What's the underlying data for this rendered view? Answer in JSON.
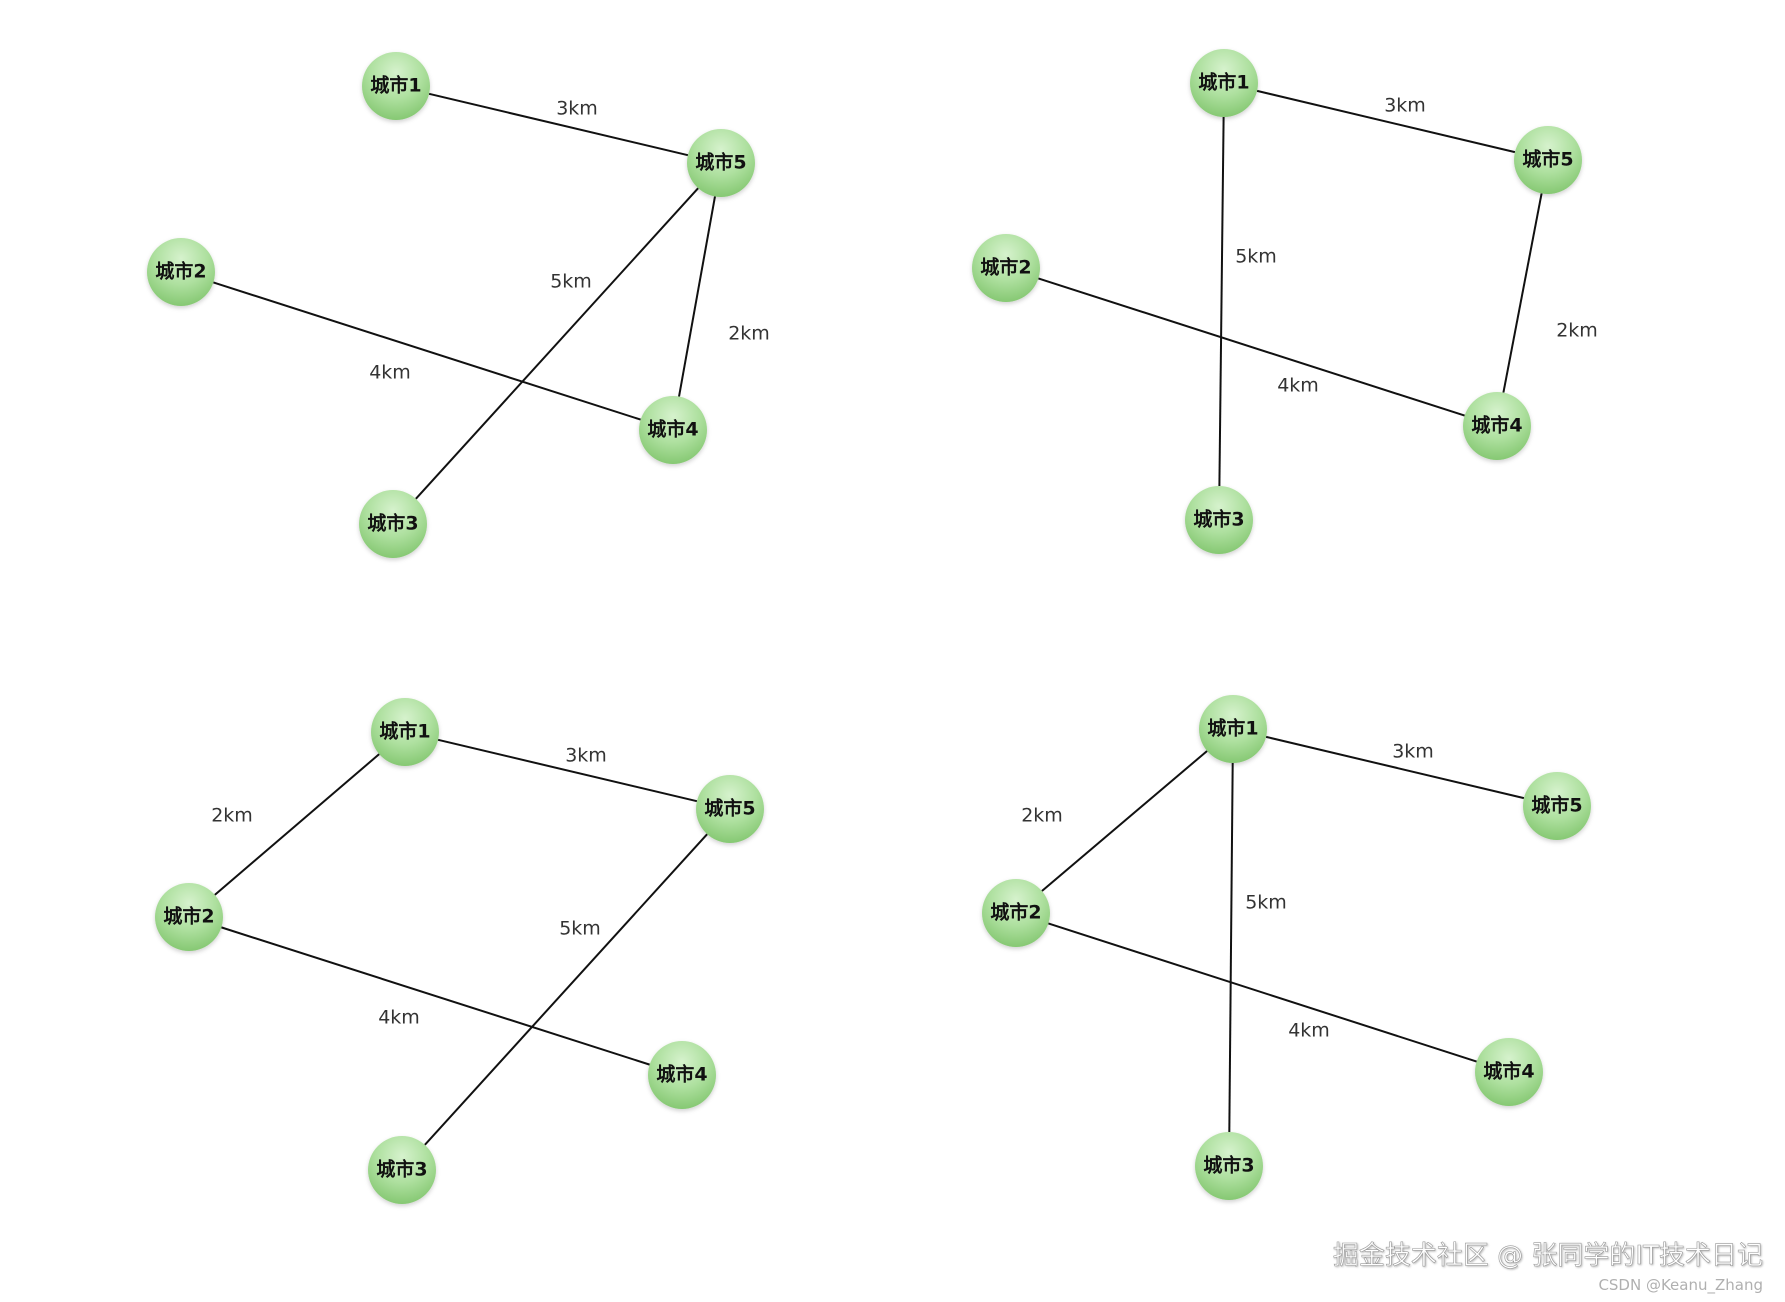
{
  "diagrams": [
    {
      "nodes": [
        {
          "id": "1",
          "label": "城市1"
        },
        {
          "id": "2",
          "label": "城市2"
        },
        {
          "id": "3",
          "label": "城市3"
        },
        {
          "id": "4",
          "label": "城市4"
        },
        {
          "id": "5",
          "label": "城市5"
        }
      ],
      "edges": [
        {
          "from": "1",
          "to": "5",
          "label": "3km"
        },
        {
          "from": "5",
          "to": "3",
          "label": "5km"
        },
        {
          "from": "5",
          "to": "4",
          "label": "2km"
        },
        {
          "from": "2",
          "to": "4",
          "label": "4km"
        }
      ]
    },
    {
      "nodes": [
        {
          "id": "1",
          "label": "城市1"
        },
        {
          "id": "2",
          "label": "城市2"
        },
        {
          "id": "3",
          "label": "城市3"
        },
        {
          "id": "4",
          "label": "城市4"
        },
        {
          "id": "5",
          "label": "城市5"
        }
      ],
      "edges": [
        {
          "from": "1",
          "to": "5",
          "label": "3km"
        },
        {
          "from": "1",
          "to": "3",
          "label": "5km"
        },
        {
          "from": "5",
          "to": "4",
          "label": "2km"
        },
        {
          "from": "2",
          "to": "4",
          "label": "4km"
        }
      ]
    },
    {
      "nodes": [
        {
          "id": "1",
          "label": "城市1"
        },
        {
          "id": "2",
          "label": "城市2"
        },
        {
          "id": "3",
          "label": "城市3"
        },
        {
          "id": "4",
          "label": "城市4"
        },
        {
          "id": "5",
          "label": "城市5"
        }
      ],
      "edges": [
        {
          "from": "1",
          "to": "5",
          "label": "3km"
        },
        {
          "from": "1",
          "to": "2",
          "label": "2km"
        },
        {
          "from": "5",
          "to": "3",
          "label": "5km"
        },
        {
          "from": "2",
          "to": "4",
          "label": "4km"
        }
      ]
    },
    {
      "nodes": [
        {
          "id": "1",
          "label": "城市1"
        },
        {
          "id": "2",
          "label": "城市2"
        },
        {
          "id": "3",
          "label": "城市3"
        },
        {
          "id": "4",
          "label": "城市4"
        },
        {
          "id": "5",
          "label": "城市5"
        }
      ],
      "edges": [
        {
          "from": "1",
          "to": "5",
          "label": "3km"
        },
        {
          "from": "1",
          "to": "2",
          "label": "2km"
        },
        {
          "from": "1",
          "to": "3",
          "label": "5km"
        },
        {
          "from": "2",
          "to": "4",
          "label": "4km"
        }
      ]
    }
  ],
  "watermark": {
    "main": "掘金技术社区 @ 张同学的IT技术日记",
    "sub": "CSDN @Keanu_Zhang"
  },
  "colors": {
    "node_fill_top": "#c9ecbf",
    "node_fill_bottom": "#8fd07e",
    "edge": "#111111",
    "node_text": "#111111",
    "edge_text": "#333333"
  }
}
